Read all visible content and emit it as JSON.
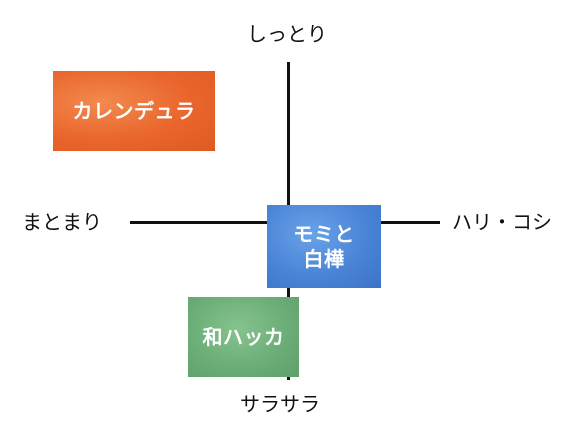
{
  "axes": {
    "top": "しっとり",
    "bottom": "サラサラ",
    "left": "まとまり",
    "right": "ハリ・コシ"
  },
  "items": [
    {
      "label": "カレンデュラ",
      "color": "#e9652c"
    },
    {
      "line1": "モミと",
      "line2": "白樺",
      "color": "#4a84d6"
    },
    {
      "label": "和ハッカ",
      "color": "#6cae77"
    }
  ]
}
